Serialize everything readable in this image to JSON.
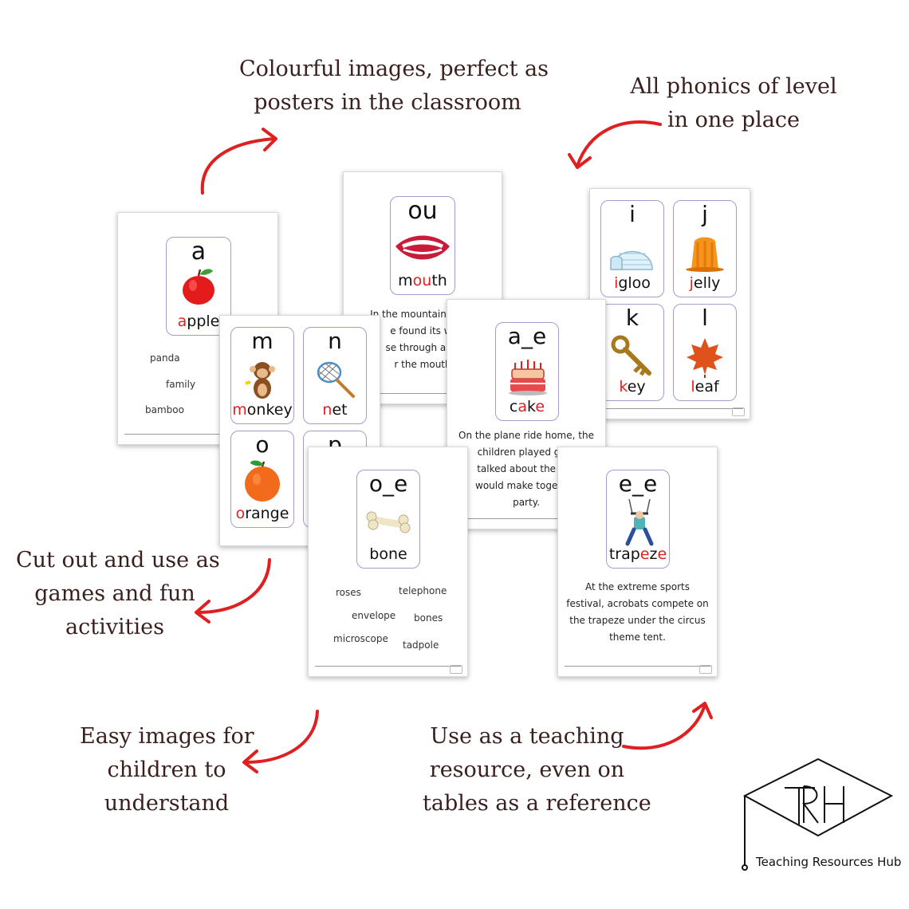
{
  "captions": {
    "top_center": [
      "Colourful images, perfect as",
      "posters in the classroom"
    ],
    "top_right": [
      "All phonics of level",
      "in one place"
    ],
    "mid_left": [
      "Cut out and use as",
      "games and fun",
      "activities"
    ],
    "bottom_left": [
      "Easy images for",
      "children to",
      "understand"
    ],
    "bottom_center": [
      "Use as a teaching",
      "resource, even on",
      "tables as a reference"
    ]
  },
  "sheet_a": {
    "letter": "a",
    "word_hl": "a",
    "word_rest": "pple",
    "list": [
      {
        "pre": "p",
        "hl": "a",
        "post": "nda"
      },
      {
        "pre": "f",
        "hl": "a",
        "post": "mily"
      },
      {
        "pre": "b",
        "hl": "a",
        "post": "mboo"
      }
    ]
  },
  "sheet_ou": {
    "letter": "ou",
    "word_pre": "m",
    "word_hl": "ou",
    "word_post": "th",
    "lines": [
      "In the mountainous",
      "e found its way",
      "se through a sm",
      "r the mouth of"
    ]
  },
  "sheet_mnop": {
    "cards": [
      {
        "letter": "m",
        "word_hl": "m",
        "word_rest": "onkey"
      },
      {
        "letter": "n",
        "word_hl": "n",
        "word_rest": "et"
      },
      {
        "letter": "o",
        "word_hl": "o",
        "word_rest": "range"
      },
      {
        "letter": "p",
        "word_hl": "",
        "word_rest": ""
      }
    ]
  },
  "sheet_ae": {
    "letter": "a_e",
    "word_pre": "c",
    "word_hl": "a",
    "word_mid": "k",
    "word_hl2": "e",
    "lines": [
      "On the plane ride home, the",
      "children played gam",
      "talked about the cak",
      "would make together",
      "party."
    ]
  },
  "sheet_ijkl": {
    "cards": [
      {
        "letter": "i",
        "word_hl": "i",
        "word_rest": "gloo"
      },
      {
        "letter": "j",
        "word_hl": "j",
        "word_rest": "elly"
      },
      {
        "letter": "k",
        "word_hl": "k",
        "word_rest": "ey"
      },
      {
        "letter": "l",
        "word_hl": "l",
        "word_rest": "eaf"
      }
    ]
  },
  "sheet_oe": {
    "letter": "o_e",
    "word_pre": "b",
    "word_hl": "o",
    "word_mid": "n",
    "word_hl2": "e",
    "list": [
      {
        "pre": "r",
        "hl": "o",
        "mid": "s",
        "hl2": "e",
        "post": "s"
      },
      {
        "pre": "teleph",
        "hl": "o",
        "mid": "n",
        "hl2": "e",
        "post": ""
      },
      {
        "pre": "envel",
        "hl": "o",
        "mid": "p",
        "hl2": "e",
        "post": ""
      },
      {
        "pre": "b",
        "hl": "o",
        "mid": "n",
        "hl2": "e",
        "post": "s"
      },
      {
        "pre": "microsc",
        "hl": "o",
        "mid": "p",
        "hl2": "e",
        "post": ""
      },
      {
        "pre": "tadp",
        "hl": "o",
        "mid": "l",
        "hl2": "e",
        "post": ""
      }
    ]
  },
  "sheet_ee": {
    "letter": "e_e",
    "word_pre": "trap",
    "word_hl": "e",
    "word_mid": "z",
    "word_hl2": "e",
    "lines": [
      "At the extreme sports",
      "festival, acrobats compete on",
      "the trapeze under the circus",
      "theme tent."
    ]
  },
  "logo": {
    "monogram": "TRH",
    "name": "Teaching Resources Hub"
  },
  "colors": {
    "arrow": "#e02020",
    "highlight": "#e02020",
    "card_border": "#a99ad0",
    "caption": "#3a1f1f"
  }
}
